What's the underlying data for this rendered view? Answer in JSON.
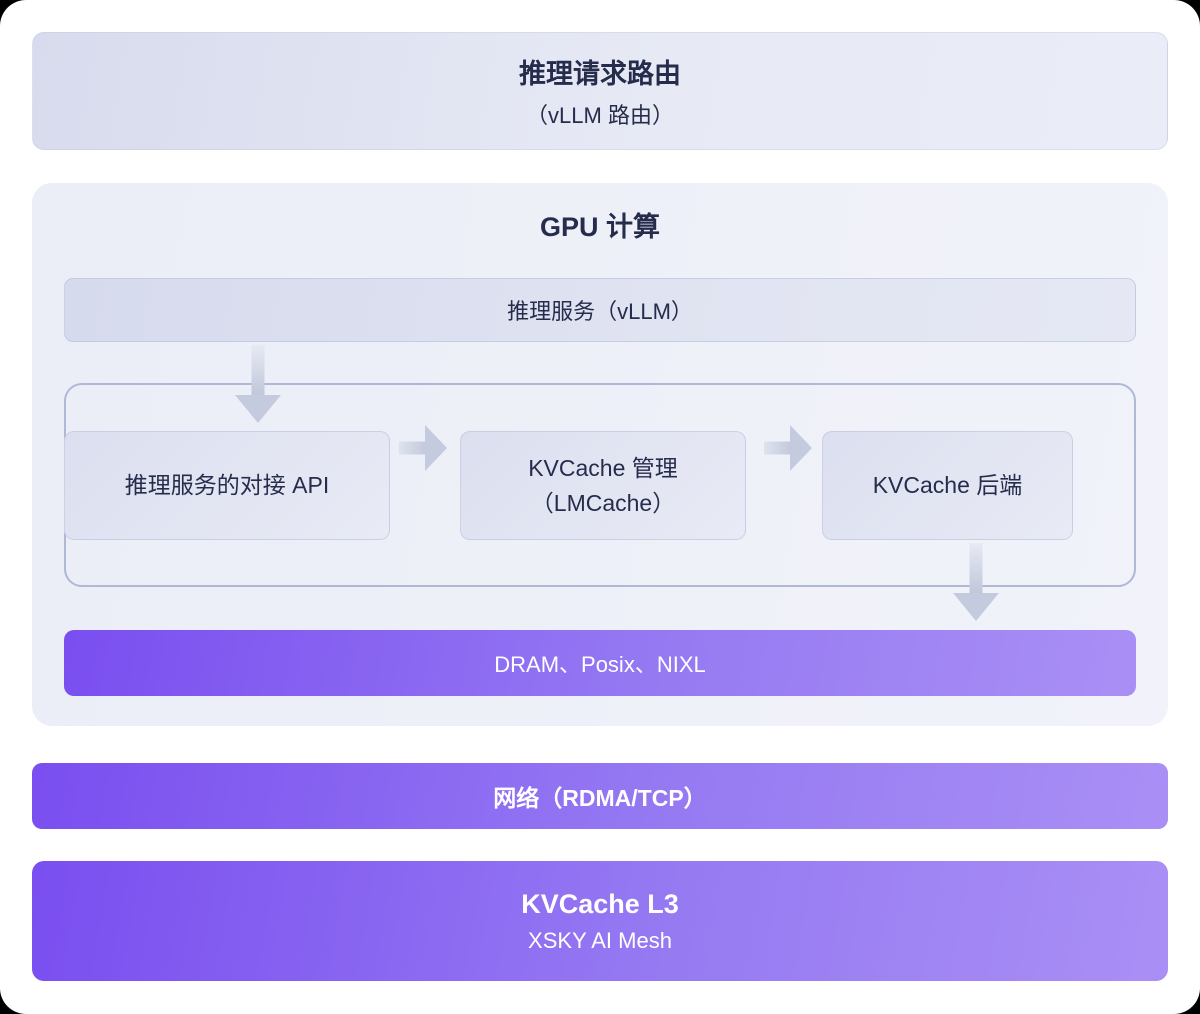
{
  "diagram": {
    "top_box": {
      "title": "推理请求路由",
      "subtitle": "（vLLM 路由）"
    },
    "gpu_section": {
      "title": "GPU 计算",
      "service_bar_label": "推理服务（vLLM）",
      "pipeline": [
        {
          "label": "推理服务的对接 API"
        },
        {
          "label": "KVCache 管理",
          "sublabel": "（LMCache）"
        },
        {
          "label": "KVCache 后端"
        }
      ],
      "storage_bar_label": "DRAM、Posix、NIXL"
    },
    "network_bar_label": "网络（RDMA/TCP）",
    "bottom_box": {
      "title": "KVCache L3",
      "subtitle": "XSKY AI Mesh"
    }
  },
  "colors": {
    "accent_purple_start": "#7a4ef0",
    "accent_purple_end": "#a98ff5",
    "dark_text": "#262d4c",
    "panel_bg": "#edeff8",
    "arrow_gray": "#c3c9dc"
  }
}
